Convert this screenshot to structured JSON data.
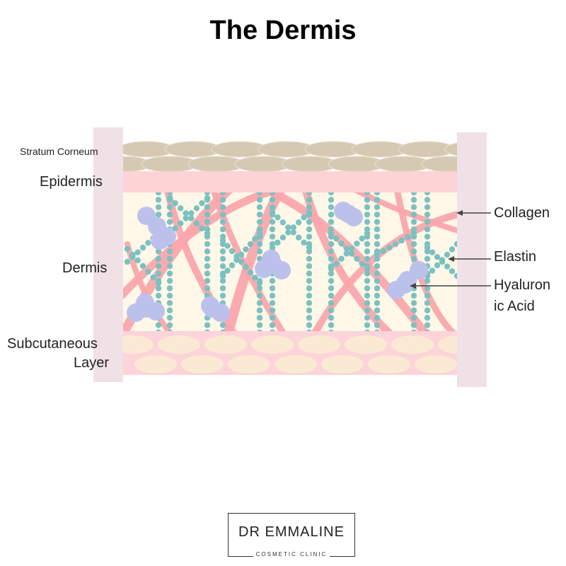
{
  "title": "The Dermis",
  "labels": {
    "stratum_corneum": "Stratum Corneum",
    "epidermis": "Epidermis",
    "dermis": "Dermis",
    "subcutaneous_1": "Subcutaneous",
    "subcutaneous_2": "Layer",
    "collagen": "Collagen",
    "elastin": "Elastin",
    "hyaluronic_1": "Hyaluron",
    "hyaluronic_2": "ic Acid"
  },
  "logo": {
    "main": "DR EMMALINE",
    "sub": "COSMETIC CLINIC"
  },
  "colors": {
    "frame": "#efe1e6",
    "stratum": "#d6c9b2",
    "epidermis": "#fdd3d6",
    "dermis_bg": "#fff7e7",
    "collagen": "#f9a6ad",
    "elastin": "#7cc1c1",
    "hyaluronic": "#bcc1ec",
    "subcut_bg": "#fcd4d9",
    "fat_cell": "#fbead3"
  }
}
